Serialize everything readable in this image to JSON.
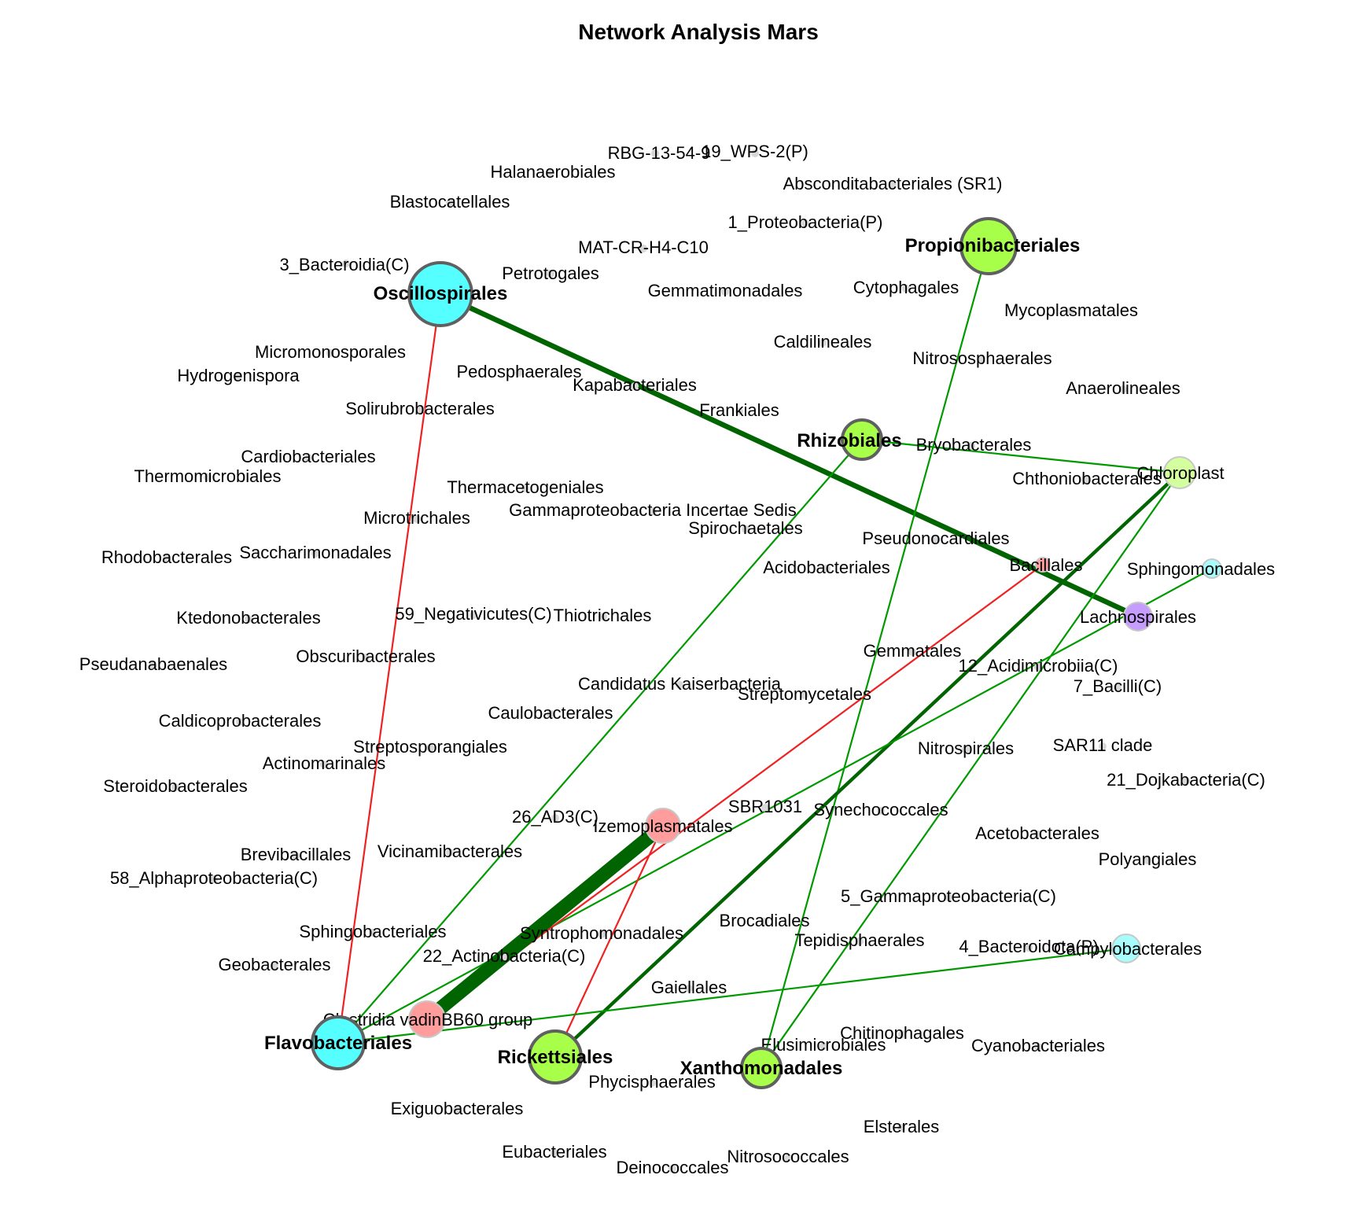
{
  "title": "Network Analysis Mars",
  "colors": {
    "positive_edge": "#009900",
    "strong_positive_edge": "#006400",
    "negative_edge": "#ee2222",
    "cyan_node": "#55ffff",
    "green_node": "#a8ff4a",
    "light_green_node": "#d4ff9e",
    "pink_node": "#ff9c9c",
    "purple_node": "#c79cff",
    "light_cyan_node": "#a8fcfc",
    "minor_node": "#d8d8d8",
    "hub_outline": "#606060"
  },
  "hub_nodes": [
    {
      "id": "oscillospirales",
      "label": "Oscillospirales",
      "color": "cyan"
    },
    {
      "id": "propionibacteriales",
      "label": "Propionibacteriales",
      "color": "green"
    },
    {
      "id": "rhizobiales",
      "label": "Rhizobiales",
      "color": "green"
    },
    {
      "id": "flavobacteriales",
      "label": "Flavobacteriales",
      "color": "cyan"
    },
    {
      "id": "rickettsiales",
      "label": "Rickettsiales",
      "color": "green"
    },
    {
      "id": "xanthomonadales",
      "label": "Xanthomonadales",
      "color": "green"
    }
  ],
  "connected_nodes": [
    {
      "id": "chloroplast",
      "label": "Chloroplast",
      "color": "light_green"
    },
    {
      "id": "lachnospirales",
      "label": "Lachnospirales",
      "color": "purple"
    },
    {
      "id": "sphingomonadales",
      "label": "Sphingomonadales",
      "color": "light_cyan"
    },
    {
      "id": "bacillales",
      "label": "Bacillales",
      "color": "pink"
    },
    {
      "id": "izemoplasmatales",
      "label": "Izemoplasmatales",
      "color": "pink"
    },
    {
      "id": "clostridia_vadin",
      "label": "Clostridia vadinBB60 group",
      "color": "pink"
    },
    {
      "id": "campylobacterales",
      "label": "Campylobacterales",
      "color": "light_cyan"
    }
  ],
  "edges": [
    {
      "source": "oscillospirales",
      "target": "lachnospirales",
      "sign": "positive",
      "weight": 3
    },
    {
      "source": "oscillospirales",
      "target": "flavobacteriales",
      "sign": "negative",
      "weight": 1
    },
    {
      "source": "propionibacteriales",
      "target": "xanthomonadales",
      "sign": "positive",
      "weight": 1
    },
    {
      "source": "rhizobiales",
      "target": "chloroplast",
      "sign": "positive",
      "weight": 1
    },
    {
      "source": "rhizobiales",
      "target": "flavobacteriales",
      "sign": "positive",
      "weight": 1
    },
    {
      "source": "chloroplast",
      "target": "rickettsiales",
      "sign": "positive",
      "weight": 2
    },
    {
      "source": "chloroplast",
      "target": "xanthomonadales",
      "sign": "positive",
      "weight": 1
    },
    {
      "source": "sphingomonadales",
      "target": "flavobacteriales",
      "sign": "positive",
      "weight": 1
    },
    {
      "source": "bacillales",
      "target": "clostridia_vadin",
      "sign": "negative",
      "weight": 1
    },
    {
      "source": "izemoplasmatales",
      "target": "clostridia_vadin",
      "sign": "positive",
      "weight": 8
    },
    {
      "source": "izemoplasmatales",
      "target": "rickettsiales",
      "sign": "negative",
      "weight": 1
    },
    {
      "source": "campylobacterales",
      "target": "flavobacteriales",
      "sign": "positive",
      "weight": 1
    }
  ],
  "minor_nodes": [
    "RBG-13-54-9",
    "19_WPS-2(P)",
    "Halanaerobiales",
    "Absconditabacteriales (SR1)",
    "Blastocatellales",
    "1_Proteobacteria(P)",
    "MAT-CR-H4-C10",
    "3_Bacteroidia(C)",
    "Petrotogales",
    "Gemmatimonadales",
    "Cytophagales",
    "Mycoplasmatales",
    "Caldilineales",
    "Micromonosporales",
    "Nitrososphaerales",
    "Hydrogenispora",
    "Pedosphaerales",
    "Kapabacteriales",
    "Anaerolineales",
    "Solirubrobacterales",
    "Frankiales",
    "Bryobacterales",
    "Cardiobacteriales",
    "Thermomicrobiales",
    "Chthoniobacterales",
    "Thermacetogeniales",
    "Gammaproteobacteria Incertae Sedis",
    "Microtrichales",
    "Spirochaetales",
    "Pseudonocardiales",
    "Rhodobacterales",
    "Saccharimonadales",
    "Acidobacteriales",
    "59_Negativicutes(C)",
    "Thiotrichales",
    "Ktedonobacterales",
    "Obscuribacterales",
    "Gemmatales",
    "Pseudanabaenales",
    "12_Acidimicrobiia(C)",
    "Candidatus Kaiserbacteria",
    "7_Bacilli(C)",
    "Streptomycetales",
    "Caulobacterales",
    "Caldicoprobacterales",
    "Streptosporangiales",
    "Nitrospirales",
    "SAR11 clade",
    "Actinomarinales",
    "Steroidobacterales",
    "21_Dojkabacteria(C)",
    "SBR1031",
    "Synechococcales",
    "26_AD3(C)",
    "Acetobacterales",
    "Vicinamibacterales",
    "Brevibacillales",
    "Polyangiales",
    "58_Alphaproteobacteria(C)",
    "5_Gammaproteobacteria(C)",
    "Brocadiales",
    "Sphingobacteriales",
    "Syntrophomonadales",
    "Tepidisphaerales",
    "4_Bacteroidota(P)",
    "22_Actinobacteria(C)",
    "Geobacterales",
    "Gaiellales",
    "Chitinophagales",
    "Elusimicrobiales",
    "Cyanobacteriales",
    "Phycisphaerales",
    "Exiguobacterales",
    "Elsterales",
    "Eubacteriales",
    "Nitrosococcales",
    "Deinococcales"
  ]
}
